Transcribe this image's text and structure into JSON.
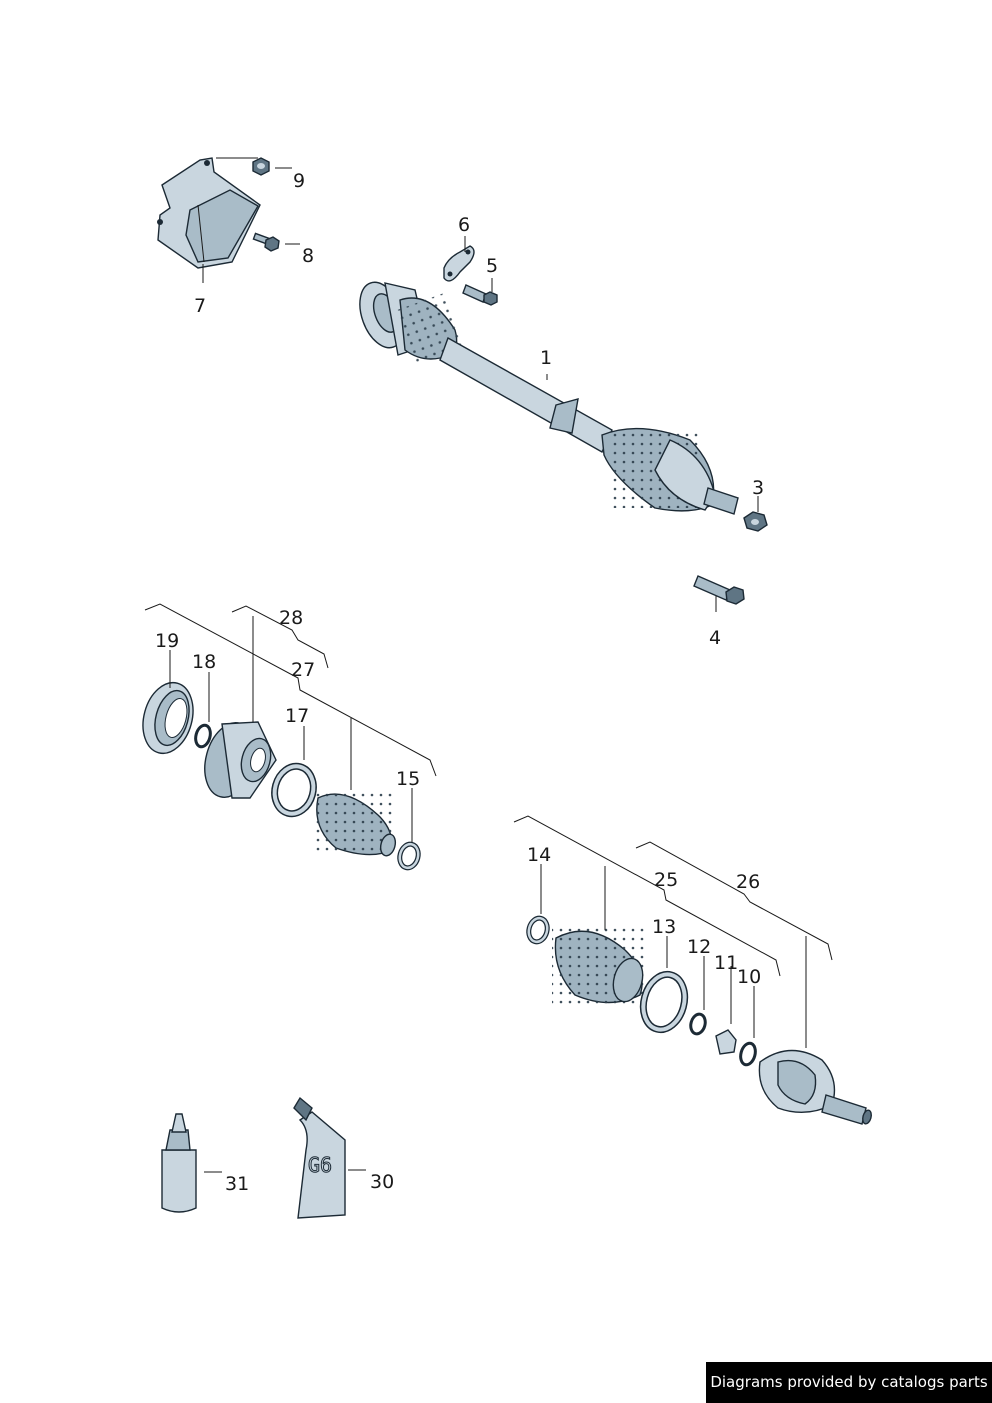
{
  "callouts": [
    "1",
    "3",
    "4",
    "5",
    "6",
    "7",
    "8",
    "9",
    "10",
    "11",
    "12",
    "13",
    "14",
    "15",
    "17",
    "18",
    "19",
    "25",
    "26",
    "27",
    "28",
    "30",
    "31"
  ],
  "tube_30_mark": "G6",
  "footer": "Diagrams provided by catalogs parts",
  "colors": {
    "part_fill": "#c9d6df",
    "part_shade": "#9fb3c0",
    "outline": "#1c2a35",
    "footer_bg": "#000000",
    "footer_text": "#ffffff"
  }
}
